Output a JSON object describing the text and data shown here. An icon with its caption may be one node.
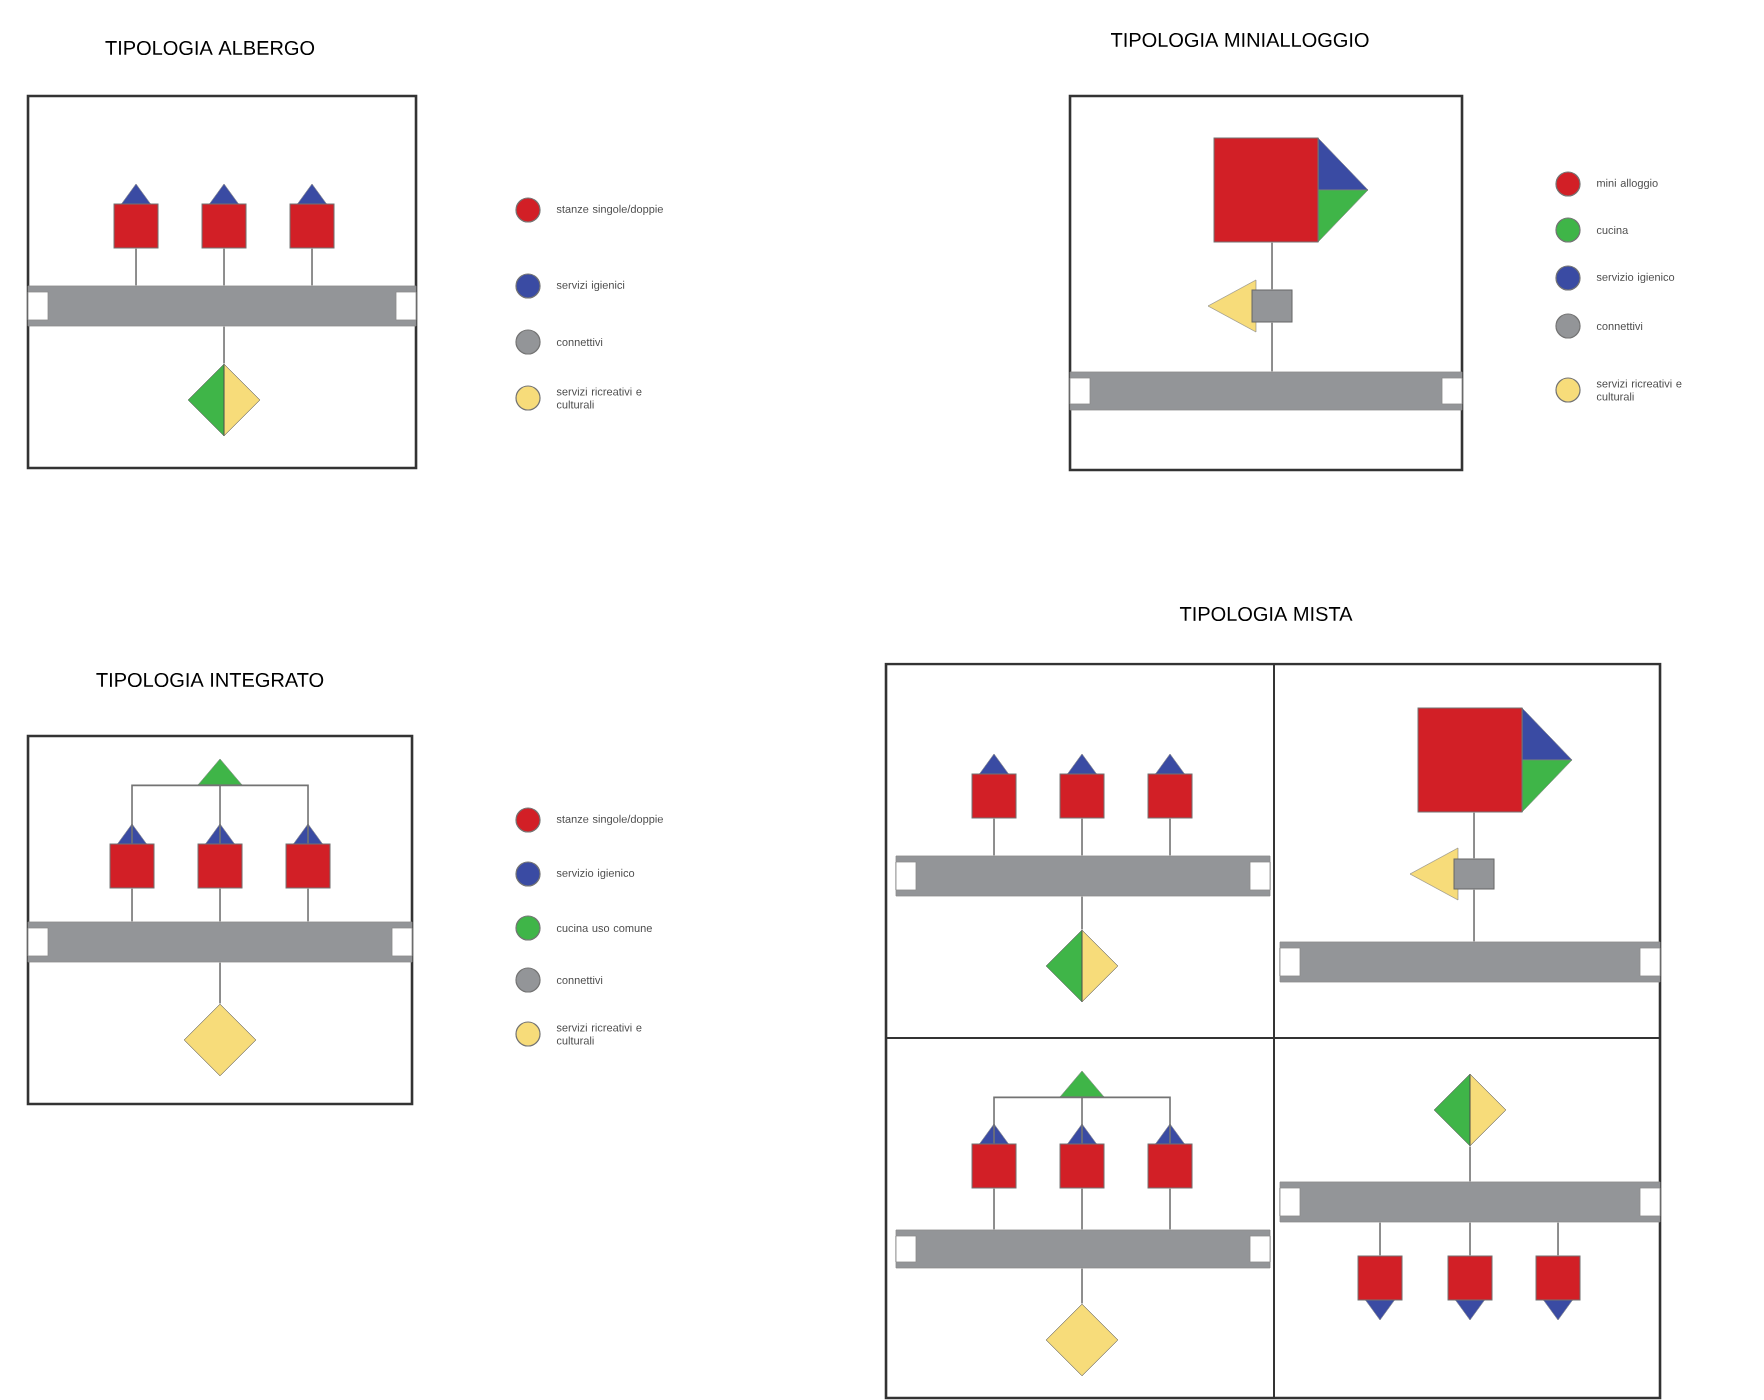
{
  "diagram": {
    "nodes": [
      {
        "text": [
          "TIPOLOGIA ALBERGO"
        ]
      },
      {
        "text": [],
        "shape": "box",
        "in": 0
      },
      {
        "text": [],
        "shape": "box",
        "in": 0
      },
      {
        "text": [],
        "shape": "box",
        "in": 0
      },
      {
        "text": [],
        "shape": "bar",
        "in": 0
      },
      {
        "text": [],
        "shape": "diamond",
        "in": 0
      },
      {
        "text": [
          "TIPOLOGIA MINIALLOGGIO"
        ]
      },
      {
        "text": [],
        "shape": "box",
        "in": 6
      },
      {
        "text": [],
        "shape": "box",
        "in": 6
      },
      {
        "text": [],
        "shape": "bar",
        "in": 6
      },
      {
        "text": [
          "TIPOLOGIA INTEGRATO"
        ]
      },
      {
        "text": [],
        "shape": "triangle",
        "in": 10
      },
      {
        "text": [],
        "shape": "box",
        "in": 10
      },
      {
        "text": [],
        "shape": "box",
        "in": 10
      },
      {
        "text": [],
        "shape": "box",
        "in": 10
      },
      {
        "text": [],
        "shape": "bar",
        "in": 10
      },
      {
        "text": [],
        "shape": "diamond",
        "in": 10
      },
      {
        "text": [
          "TIPOLOGIA MISTA"
        ]
      },
      {
        "text": [],
        "shape": "box",
        "in": 17
      },
      {
        "text": [],
        "shape": "box",
        "in": 17
      },
      {
        "text": [],
        "shape": "box",
        "in": 17
      },
      {
        "text": [],
        "shape": "box",
        "in": 17
      },
      {
        "text": [],
        "shape": "box",
        "in": 18
      },
      {
        "text": [],
        "shape": "box",
        "in": 18
      },
      {
        "text": [],
        "shape": "box",
        "in": 18
      },
      {
        "text": [],
        "shape": "bar",
        "in": 18
      },
      {
        "text": [],
        "shape": "diamond",
        "in": 18
      },
      {
        "text": [],
        "shape": "box",
        "in": 19
      },
      {
        "text": [],
        "shape": "box",
        "in": 19
      },
      {
        "text": [],
        "shape": "bar",
        "in": 19
      },
      {
        "text": [],
        "shape": "triangle",
        "in": 20
      },
      {
        "text": [],
        "shape": "box",
        "in": 20
      },
      {
        "text": [],
        "shape": "box",
        "in": 20
      },
      {
        "text": [],
        "shape": "box",
        "in": 20
      },
      {
        "text": [],
        "shape": "bar",
        "in": 20
      },
      {
        "text": [],
        "shape": "diamond",
        "in": 20
      },
      {
        "text": [],
        "shape": "diamond",
        "in": 21
      },
      {
        "text": [],
        "shape": "bar",
        "in": 21
      },
      {
        "text": [],
        "shape": "box",
        "in": 21
      },
      {
        "text": [],
        "shape": "box",
        "in": 21
      },
      {
        "text": [],
        "shape": "box",
        "in": 21
      }
    ],
    "edges": [
      {
        "from": 1,
        "to": 4,
        "arrow": "none"
      },
      {
        "from": 2,
        "to": 4,
        "arrow": "none"
      },
      {
        "from": 3,
        "to": 4,
        "arrow": "none"
      },
      {
        "from": 4,
        "to": 5,
        "arrow": "none"
      },
      {
        "from": 7,
        "to": 8,
        "arrow": "none"
      },
      {
        "from": 8,
        "to": 9,
        "arrow": "none"
      },
      {
        "from": 11,
        "to": 12,
        "arrow": "none"
      },
      {
        "from": 11,
        "to": 13,
        "arrow": "none"
      },
      {
        "from": 11,
        "to": 14,
        "arrow": "none"
      },
      {
        "from": 12,
        "to": 15,
        "arrow": "none"
      },
      {
        "from": 13,
        "to": 15,
        "arrow": "none"
      },
      {
        "from": 14,
        "to": 15,
        "arrow": "none"
      },
      {
        "from": 15,
        "to": 16,
        "arrow": "none"
      },
      {
        "from": 22,
        "to": 25,
        "arrow": "none"
      },
      {
        "from": 23,
        "to": 25,
        "arrow": "none"
      },
      {
        "from": 24,
        "to": 25,
        "arrow": "none"
      },
      {
        "from": 25,
        "to": 26,
        "arrow": "none"
      },
      {
        "from": 27,
        "to": 28,
        "arrow": "none"
      },
      {
        "from": 28,
        "to": 29,
        "arrow": "none"
      },
      {
        "from": 30,
        "to": 31,
        "arrow": "none"
      },
      {
        "from": 30,
        "to": 32,
        "arrow": "none"
      },
      {
        "from": 30,
        "to": 33,
        "arrow": "none"
      },
      {
        "from": 31,
        "to": 34,
        "arrow": "none"
      },
      {
        "from": 32,
        "to": 34,
        "arrow": "none"
      },
      {
        "from": 33,
        "to": 34,
        "arrow": "none"
      },
      {
        "from": 34,
        "to": 35,
        "arrow": "none"
      },
      {
        "from": 36,
        "to": 37,
        "arrow": "none"
      },
      {
        "from": 37,
        "to": 38,
        "arrow": "none"
      },
      {
        "from": 37,
        "to": 39,
        "arrow": "none"
      },
      {
        "from": 37,
        "to": 40,
        "arrow": "none"
      }
    ],
    "legend": [
      {
        "text": "stanze singole/doppie",
        "color": "#d21f26"
      },
      {
        "text": "servizi igienici",
        "color": "#3a4ba3"
      },
      {
        "text": "connettivi",
        "color": "#939598"
      },
      {
        "text": "servizi ricreativi e culturali",
        "color": "#f7dc7a"
      },
      {
        "text": "mini alloggio",
        "color": "#d21f26"
      },
      {
        "text": "cucina",
        "color": "#3fb548"
      },
      {
        "text": "servizio igienico",
        "color": "#3a4ba3"
      },
      {
        "text": "connettivi",
        "color": "#939598"
      },
      {
        "text": "servizi ricreativi e culturali",
        "color": "#f7dc7a"
      },
      {
        "text": "stanze singole/doppie",
        "color": "#d21f26"
      },
      {
        "text": "servizio igienico",
        "color": "#3a4ba3"
      },
      {
        "text": "cucina uso comune",
        "color": "#3fb548"
      },
      {
        "text": "connettivi",
        "color": "#939598"
      },
      {
        "text": "servizi ricreativi e culturali",
        "color": "#f7dc7a"
      }
    ]
  }
}
